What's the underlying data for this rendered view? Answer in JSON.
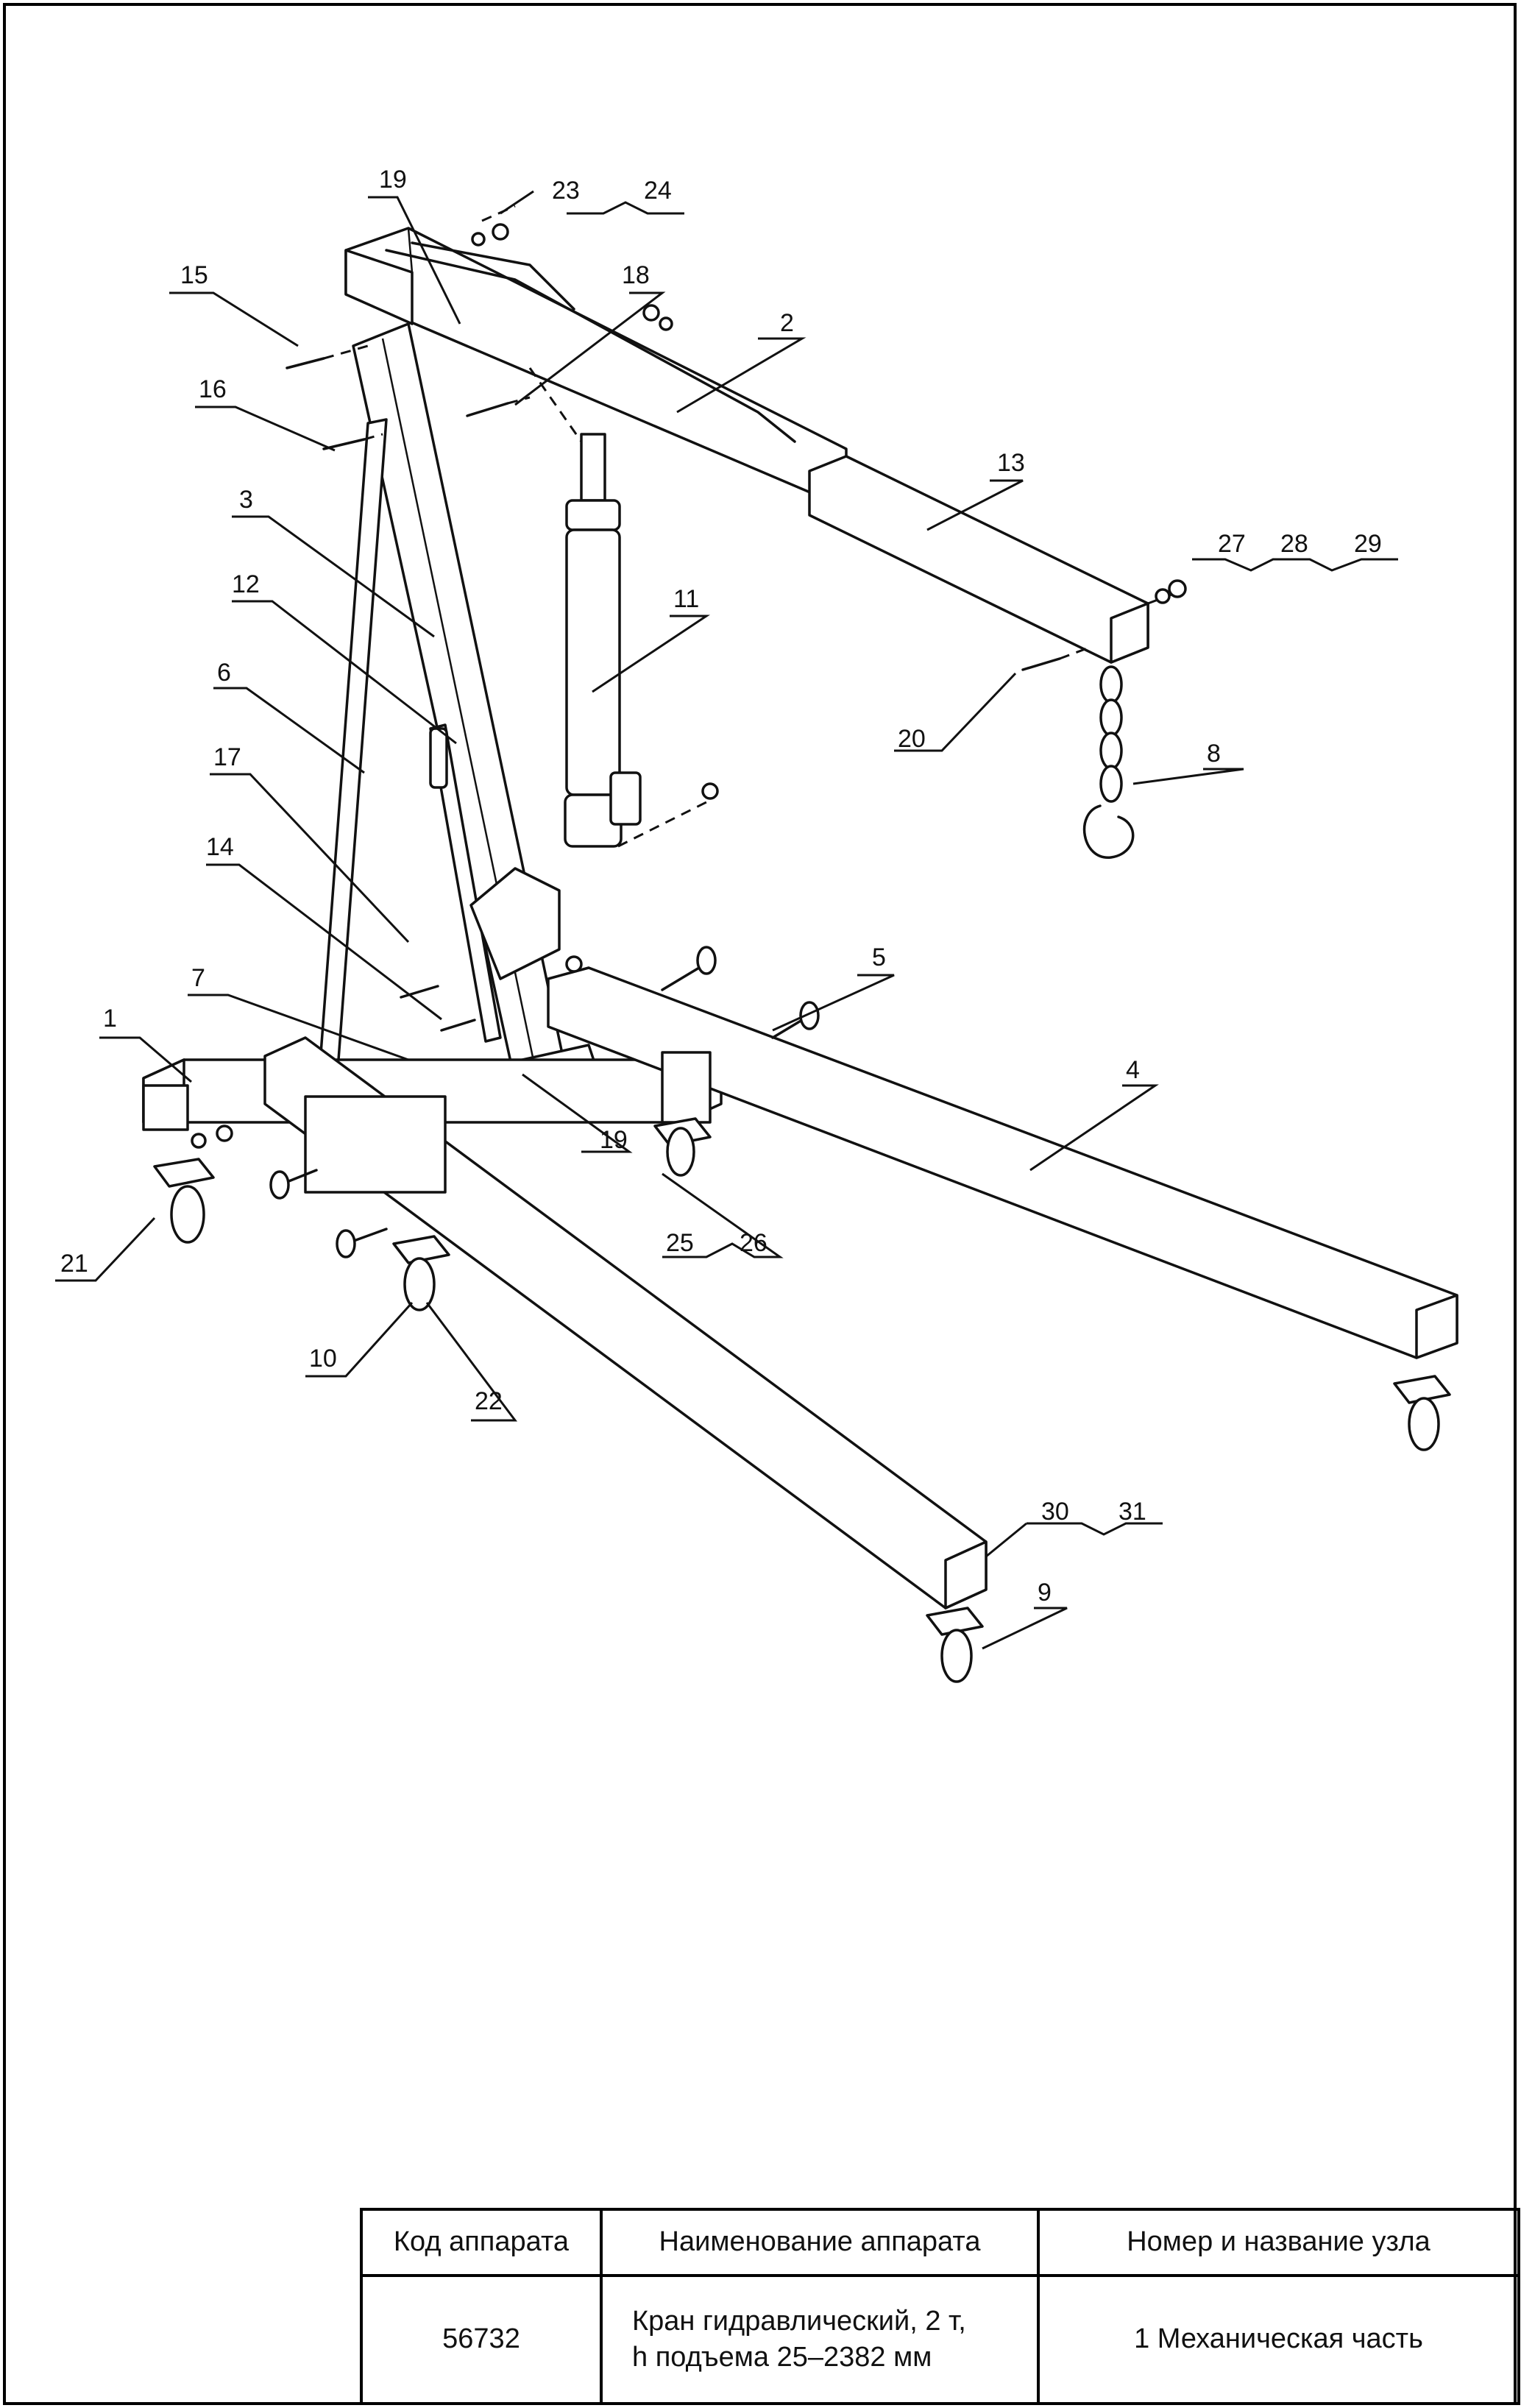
{
  "callouts": [
    "1",
    "2",
    "3",
    "4",
    "5",
    "6",
    "7",
    "8",
    "9",
    "10",
    "11",
    "12",
    "13",
    "14",
    "15",
    "16",
    "17",
    "18",
    "19",
    "19",
    "20",
    "21",
    "22",
    "23",
    "24",
    "25",
    "26",
    "27",
    "28",
    "29",
    "30",
    "31"
  ],
  "table": {
    "headers": [
      "Код аппарата",
      "Наименование аппарата",
      "Номер и название узла"
    ],
    "code": "56732",
    "name_line1": "Кран гидравлический, 2 т,",
    "name_line2": "h подъема 25–2382 мм",
    "unit": "1 Механическая часть"
  }
}
